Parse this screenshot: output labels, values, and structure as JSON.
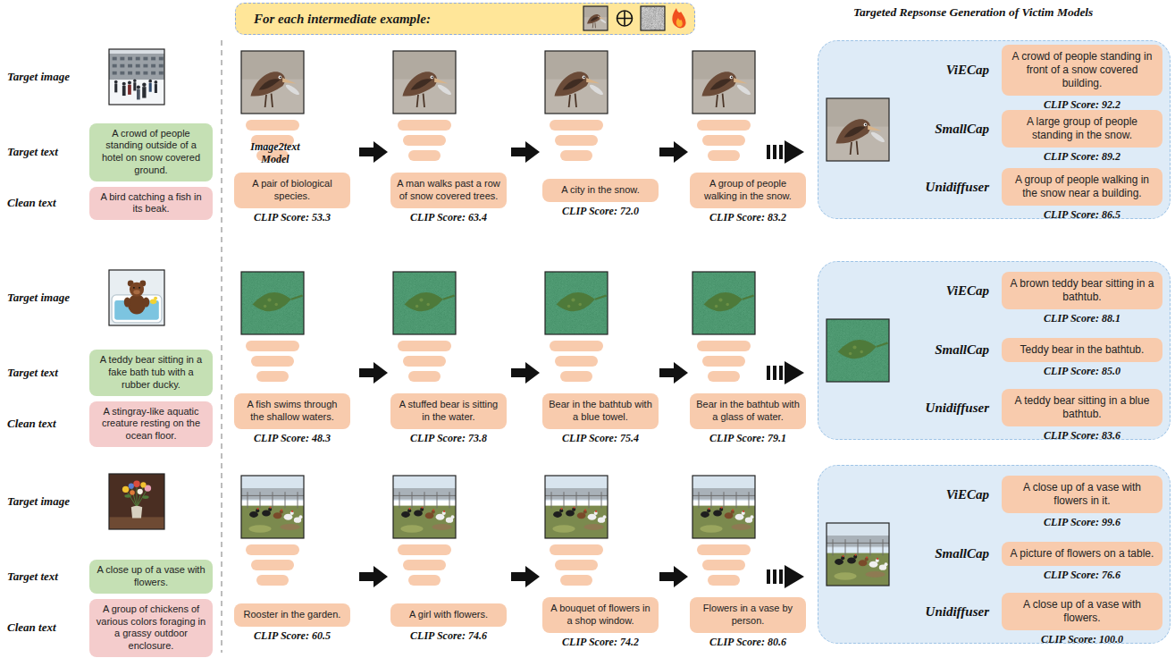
{
  "diagram": {
    "nodes": [
      {
        "text": [
          "For each intermediate example:"
        ]
      },
      {
        "text": [
          "A crowd of people standing outside of a hotel on snow covered ground."
        ]
      },
      {
        "text": [
          "A bird catching a fish in its beak."
        ]
      },
      {
        "text": [
          "A pair of biological species.",
          "CLIP Score: 53.3"
        ]
      },
      {
        "text": [
          "A man walks past a row of snow covered trees.",
          "CLIP Score: 63.4"
        ]
      },
      {
        "text": [
          "A city in the snow.",
          "CLIP Score: 72.0"
        ]
      },
      {
        "text": [
          "A group of people walking in the snow.",
          "CLIP Score: 83.2"
        ]
      },
      {
        "text": []
      },
      {
        "text": [
          "ViECap",
          "A crowd of people standing in front of a snow covered building.",
          "CLIP Score: 92.2"
        ],
        "in": 7
      },
      {
        "text": [
          "SmallCap",
          "A large group of people standing in the snow.",
          "CLIP Score: 89.2"
        ],
        "in": 7
      },
      {
        "text": [
          "Unidiffuser",
          "A group of people walking in the snow near a building.",
          "CLIP Score: 86.5"
        ],
        "in": 7
      },
      {
        "text": [
          "A teddy bear sitting in a fake bath tub with a rubber ducky."
        ]
      },
      {
        "text": [
          "A stingray-like aquatic creature resting on the ocean floor."
        ]
      },
      {
        "text": [
          "A fish swims through the shallow waters.",
          "CLIP Score: 48.3"
        ]
      },
      {
        "text": [
          "A stuffed bear is sitting in the water.",
          "CLIP Score: 73.8"
        ]
      },
      {
        "text": [
          "Bear in the bathtub with a blue towel.",
          "CLIP Score: 75.4"
        ]
      },
      {
        "text": [
          "Bear in the bathtub with a glass of water.",
          "CLIP Score: 79.1"
        ]
      },
      {
        "text": []
      },
      {
        "text": [
          "ViECap",
          "A brown teddy bear sitting in a bathtub.",
          "CLIP Score: 88.1"
        ],
        "in": 17
      },
      {
        "text": [
          "SmallCap",
          "Teddy bear in the bathtub.",
          "CLIP Score: 85.0"
        ],
        "in": 17
      },
      {
        "text": [
          "Unidiffuser",
          "A teddy bear sitting in a blue bathtub.",
          "CLIP Score: 83.6"
        ],
        "in": 17
      },
      {
        "text": [
          "A close up of a vase with flowers."
        ]
      },
      {
        "text": [
          "A group of chickens of various colors foraging in a grassy outdoor enclosure."
        ]
      },
      {
        "text": [
          "Rooster in the garden.",
          "CLIP Score: 60.5"
        ]
      },
      {
        "text": [
          "A girl with flowers.",
          "CLIP Score: 74.6"
        ]
      },
      {
        "text": [
          "A bouquet of flowers in a shop window.",
          "CLIP Score: 74.2"
        ]
      },
      {
        "text": [
          "Flowers in a vase by person.",
          "CLIP Score: 80.6"
        ]
      },
      {
        "text": []
      },
      {
        "text": [
          "ViECap",
          "A close up of a vase with flowers in it.",
          "CLIP Score: 99.6"
        ],
        "in": 27
      },
      {
        "text": [
          "SmallCap",
          "A picture of flowers on a table.",
          "CLIP Score: 76.6"
        ],
        "in": 27
      },
      {
        "text": [
          "Unidiffuser",
          "A close up of a vase with flowers.",
          "CLIP Score: 100.0"
        ],
        "in": 27
      }
    ],
    "labels": [
      "Targeted Repsonse Generation of Victim Models",
      "Target image",
      "Target text",
      "Clean text",
      "Image2text Model",
      "Target image",
      "Target text",
      "Clean text",
      "Target image",
      "Target text",
      "Clean text"
    ]
  }
}
